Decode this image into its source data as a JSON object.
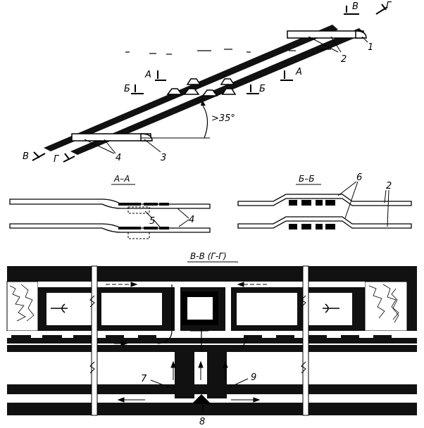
{
  "figure": {
    "top_view": {
      "section_marks": [
        "В",
        "Г",
        "А",
        "Б"
      ],
      "angle_label": ">35°",
      "callouts": [
        "1",
        "2",
        "3",
        "4"
      ]
    },
    "section_aa": {
      "title": "А–А",
      "callouts": [
        "5",
        "4"
      ]
    },
    "section_bb": {
      "title": "Б–Б",
      "callouts": [
        "6",
        "2"
      ]
    },
    "section_vv": {
      "title": "В-В (Г-Г)",
      "callouts": [
        "7",
        "8",
        "9"
      ]
    }
  }
}
